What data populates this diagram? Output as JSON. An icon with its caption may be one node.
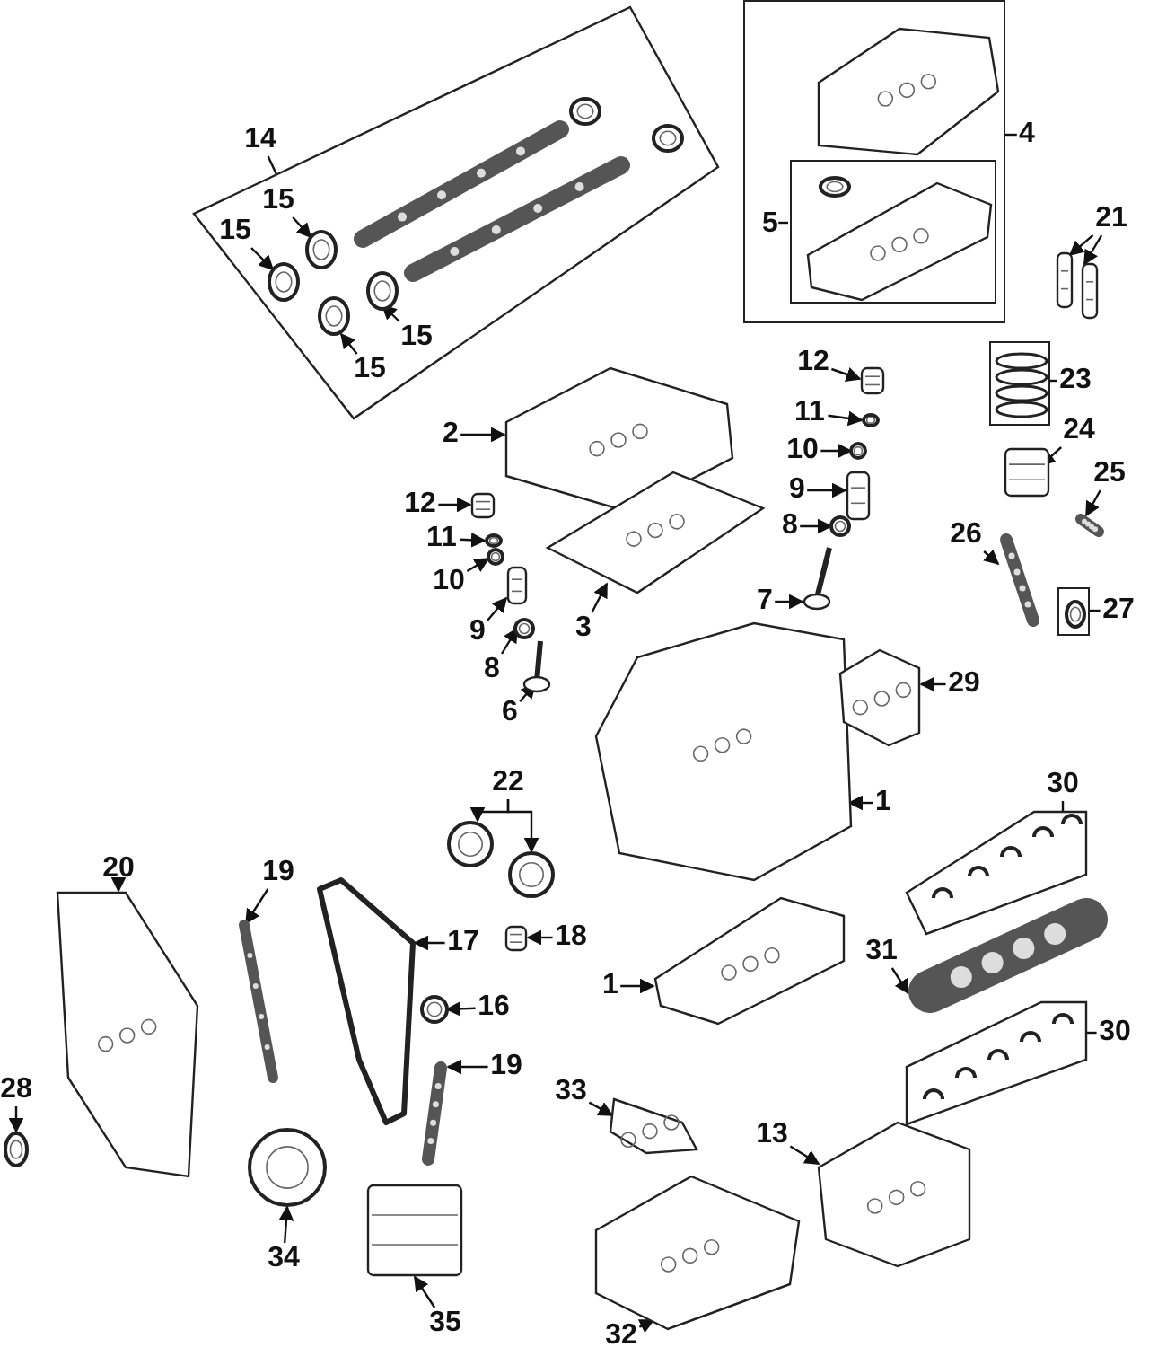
{
  "diagram": {
    "nodes": [
      {
        "text": [
          "14"
        ]
      },
      {
        "text": [
          "4"
        ]
      },
      {
        "text": [
          "5"
        ],
        "in": 47
      },
      {
        "text": [
          "15"
        ],
        "in": 46
      },
      {
        "text": [
          "15"
        ],
        "in": 46
      },
      {
        "text": [
          "21"
        ]
      },
      {
        "text": [
          "15"
        ],
        "in": 46
      },
      {
        "text": [
          "15"
        ],
        "in": 46
      },
      {
        "text": [
          "12"
        ]
      },
      {
        "text": [
          "23"
        ]
      },
      {
        "text": [
          "2"
        ]
      },
      {
        "text": [
          "11"
        ]
      },
      {
        "text": [
          "10"
        ]
      },
      {
        "text": [
          "24"
        ]
      },
      {
        "text": [
          "9"
        ]
      },
      {
        "text": [
          "12"
        ]
      },
      {
        "text": [
          "25"
        ]
      },
      {
        "text": [
          "8"
        ]
      },
      {
        "text": [
          "11"
        ]
      },
      {
        "text": [
          "26"
        ]
      },
      {
        "text": [
          "10"
        ]
      },
      {
        "text": [
          "3"
        ]
      },
      {
        "text": [
          "7"
        ]
      },
      {
        "text": [
          "9"
        ]
      },
      {
        "text": [
          "27"
        ]
      },
      {
        "text": [
          "8"
        ]
      },
      {
        "text": [
          "29"
        ]
      },
      {
        "text": [
          "6"
        ]
      },
      {
        "text": [
          "22"
        ]
      },
      {
        "text": [
          "1"
        ]
      },
      {
        "text": [
          "30"
        ]
      },
      {
        "text": [
          "20"
        ]
      },
      {
        "text": [
          "19"
        ]
      },
      {
        "text": [
          "17"
        ]
      },
      {
        "text": [
          "18"
        ]
      },
      {
        "text": [
          "1"
        ]
      },
      {
        "text": [
          "31"
        ]
      },
      {
        "text": [
          "16"
        ]
      },
      {
        "text": [
          "30"
        ]
      },
      {
        "text": [
          "19"
        ]
      },
      {
        "text": [
          "28"
        ]
      },
      {
        "text": [
          "33"
        ]
      },
      {
        "text": [
          "13"
        ]
      },
      {
        "text": [
          "34"
        ]
      },
      {
        "text": [
          "35"
        ]
      },
      {
        "text": [
          "32"
        ]
      },
      {
        "text": [],
        "shape": "box"
      },
      {
        "text": [],
        "shape": "box"
      },
      {
        "text": [],
        "shape": "box",
        "in": 47
      },
      {
        "text": [],
        "shape": "box"
      },
      {
        "text": [],
        "shape": "box"
      },
      {
        "text": [],
        "shape": "box"
      },
      {
        "text": [],
        "shape": "box"
      },
      {
        "text": [],
        "shape": "picture",
        "in": 46
      },
      {
        "text": [],
        "shape": "picture",
        "in": 46
      },
      {
        "text": [],
        "shape": "picture",
        "in": 46
      },
      {
        "text": [],
        "shape": "picture",
        "in": 46
      },
      {
        "text": [],
        "shape": "picture",
        "in": 46
      },
      {
        "text": [],
        "shape": "picture",
        "in": 46
      },
      {
        "text": [],
        "shape": "picture",
        "in": 46
      },
      {
        "text": [],
        "shape": "picture",
        "in": 46
      },
      {
        "text": [],
        "shape": "picture",
        "in": 47
      },
      {
        "text": [],
        "shape": "picture",
        "in": 48
      },
      {
        "text": [],
        "shape": "picture",
        "in": 48
      },
      {
        "text": [],
        "shape": "picture"
      },
      {
        "text": [],
        "shape": "picture"
      },
      {
        "text": [],
        "shape": "picture"
      },
      {
        "text": [],
        "shape": "picture"
      },
      {
        "text": [],
        "shape": "picture"
      },
      {
        "text": [],
        "shape": "picture"
      },
      {
        "text": [],
        "shape": "picture"
      },
      {
        "text": [],
        "shape": "picture"
      },
      {
        "text": [],
        "shape": "picture"
      },
      {
        "text": [],
        "shape": "picture"
      },
      {
        "text": [],
        "shape": "picture"
      },
      {
        "text": [],
        "shape": "picture"
      },
      {
        "text": [],
        "shape": "picture"
      },
      {
        "text": [],
        "shape": "picture"
      },
      {
        "text": [],
        "shape": "picture"
      },
      {
        "text": [],
        "shape": "picture"
      },
      {
        "text": [],
        "shape": "picture",
        "in": 49
      },
      {
        "text": [],
        "shape": "picture"
      },
      {
        "text": [],
        "shape": "picture"
      },
      {
        "text": [],
        "shape": "picture"
      },
      {
        "text": [],
        "shape": "picture",
        "in": 50
      },
      {
        "text": [],
        "shape": "picture"
      },
      {
        "text": [],
        "shape": "picture"
      },
      {
        "text": [],
        "shape": "picture"
      },
      {
        "text": [],
        "shape": "picture"
      },
      {
        "text": [],
        "shape": "picture"
      },
      {
        "text": [],
        "shape": "picture"
      },
      {
        "text": [],
        "shape": "picture"
      },
      {
        "text": [],
        "shape": "picture"
      },
      {
        "text": [],
        "shape": "picture"
      },
      {
        "text": [],
        "shape": "picture"
      },
      {
        "text": [],
        "shape": "picture"
      },
      {
        "text": [],
        "shape": "picture"
      },
      {
        "text": [],
        "shape": "picture"
      },
      {
        "text": [],
        "shape": "picture"
      },
      {
        "text": [],
        "shape": "picture"
      },
      {
        "text": [],
        "shape": "picture"
      },
      {
        "text": [],
        "shape": "picture"
      },
      {
        "text": [],
        "shape": "picture"
      },
      {
        "text": [],
        "shape": "picture",
        "in": 51
      },
      {
        "text": [],
        "shape": "picture",
        "in": 52
      }
    ],
    "edges": [
      {
        "from": 0,
        "to": 46,
        "arrow": "none"
      },
      {
        "from": 1,
        "to": 47,
        "arrow": "none"
      },
      {
        "from": 2,
        "to": 48,
        "arrow": "none"
      },
      {
        "from": 3,
        "to": 57,
        "arrow": "to"
      },
      {
        "from": 4,
        "to": 58,
        "arrow": "to"
      },
      {
        "from": 5,
        "to": 64,
        "arrow": "to"
      },
      {
        "from": 5,
        "to": 65,
        "arrow": "to"
      },
      {
        "from": 6,
        "to": 60,
        "arrow": "to"
      },
      {
        "from": 7,
        "to": 59,
        "arrow": "to"
      },
      {
        "from": 8,
        "to": 68,
        "arrow": "to"
      },
      {
        "from": 9,
        "to": 49,
        "arrow": "none"
      },
      {
        "from": 10,
        "to": 66,
        "arrow": "to"
      },
      {
        "from": 11,
        "to": 70,
        "arrow": "to"
      },
      {
        "from": 12,
        "to": 72,
        "arrow": "to"
      },
      {
        "from": 13,
        "to": 81,
        "arrow": "to"
      },
      {
        "from": 14,
        "to": 74,
        "arrow": "to"
      },
      {
        "from": 15,
        "to": 69,
        "arrow": "to"
      },
      {
        "from": 16,
        "to": 82,
        "arrow": "to"
      },
      {
        "from": 17,
        "to": 76,
        "arrow": "to"
      },
      {
        "from": 18,
        "to": 71,
        "arrow": "to"
      },
      {
        "from": 19,
        "to": 83,
        "arrow": "to"
      },
      {
        "from": 20,
        "to": 73,
        "arrow": "to"
      },
      {
        "from": 21,
        "to": 67,
        "arrow": "to"
      },
      {
        "from": 22,
        "to": 78,
        "arrow": "to"
      },
      {
        "from": 23,
        "to": 75,
        "arrow": "to"
      },
      {
        "from": 24,
        "to": 50,
        "arrow": "none"
      },
      {
        "from": 25,
        "to": 77,
        "arrow": "to"
      },
      {
        "from": 26,
        "to": 86,
        "arrow": "to"
      },
      {
        "from": 27,
        "to": 79,
        "arrow": "to"
      },
      {
        "from": 28,
        "to": 87,
        "arrow": "to"
      },
      {
        "from": 28,
        "to": 88,
        "arrow": "to"
      },
      {
        "from": 29,
        "to": 85,
        "arrow": "to"
      },
      {
        "from": 30,
        "to": 51,
        "arrow": "none"
      },
      {
        "from": 31,
        "to": 92,
        "arrow": "to"
      },
      {
        "from": 32,
        "to": 94,
        "arrow": "to"
      },
      {
        "from": 33,
        "to": 96,
        "arrow": "to"
      },
      {
        "from": 34,
        "to": 89,
        "arrow": "to"
      },
      {
        "from": 35,
        "to": 90,
        "arrow": "to"
      },
      {
        "from": 36,
        "to": 91,
        "arrow": "to"
      },
      {
        "from": 37,
        "to": 97,
        "arrow": "to"
      },
      {
        "from": 38,
        "to": 52,
        "arrow": "none"
      },
      {
        "from": 39,
        "to": 95,
        "arrow": "to"
      },
      {
        "from": 40,
        "to": 93,
        "arrow": "to"
      },
      {
        "from": 41,
        "to": 100,
        "arrow": "to"
      },
      {
        "from": 42,
        "to": 102,
        "arrow": "to"
      },
      {
        "from": 43,
        "to": 98,
        "arrow": "to"
      },
      {
        "from": 44,
        "to": 99,
        "arrow": "to"
      },
      {
        "from": 45,
        "to": 101,
        "arrow": "to"
      }
    ]
  }
}
